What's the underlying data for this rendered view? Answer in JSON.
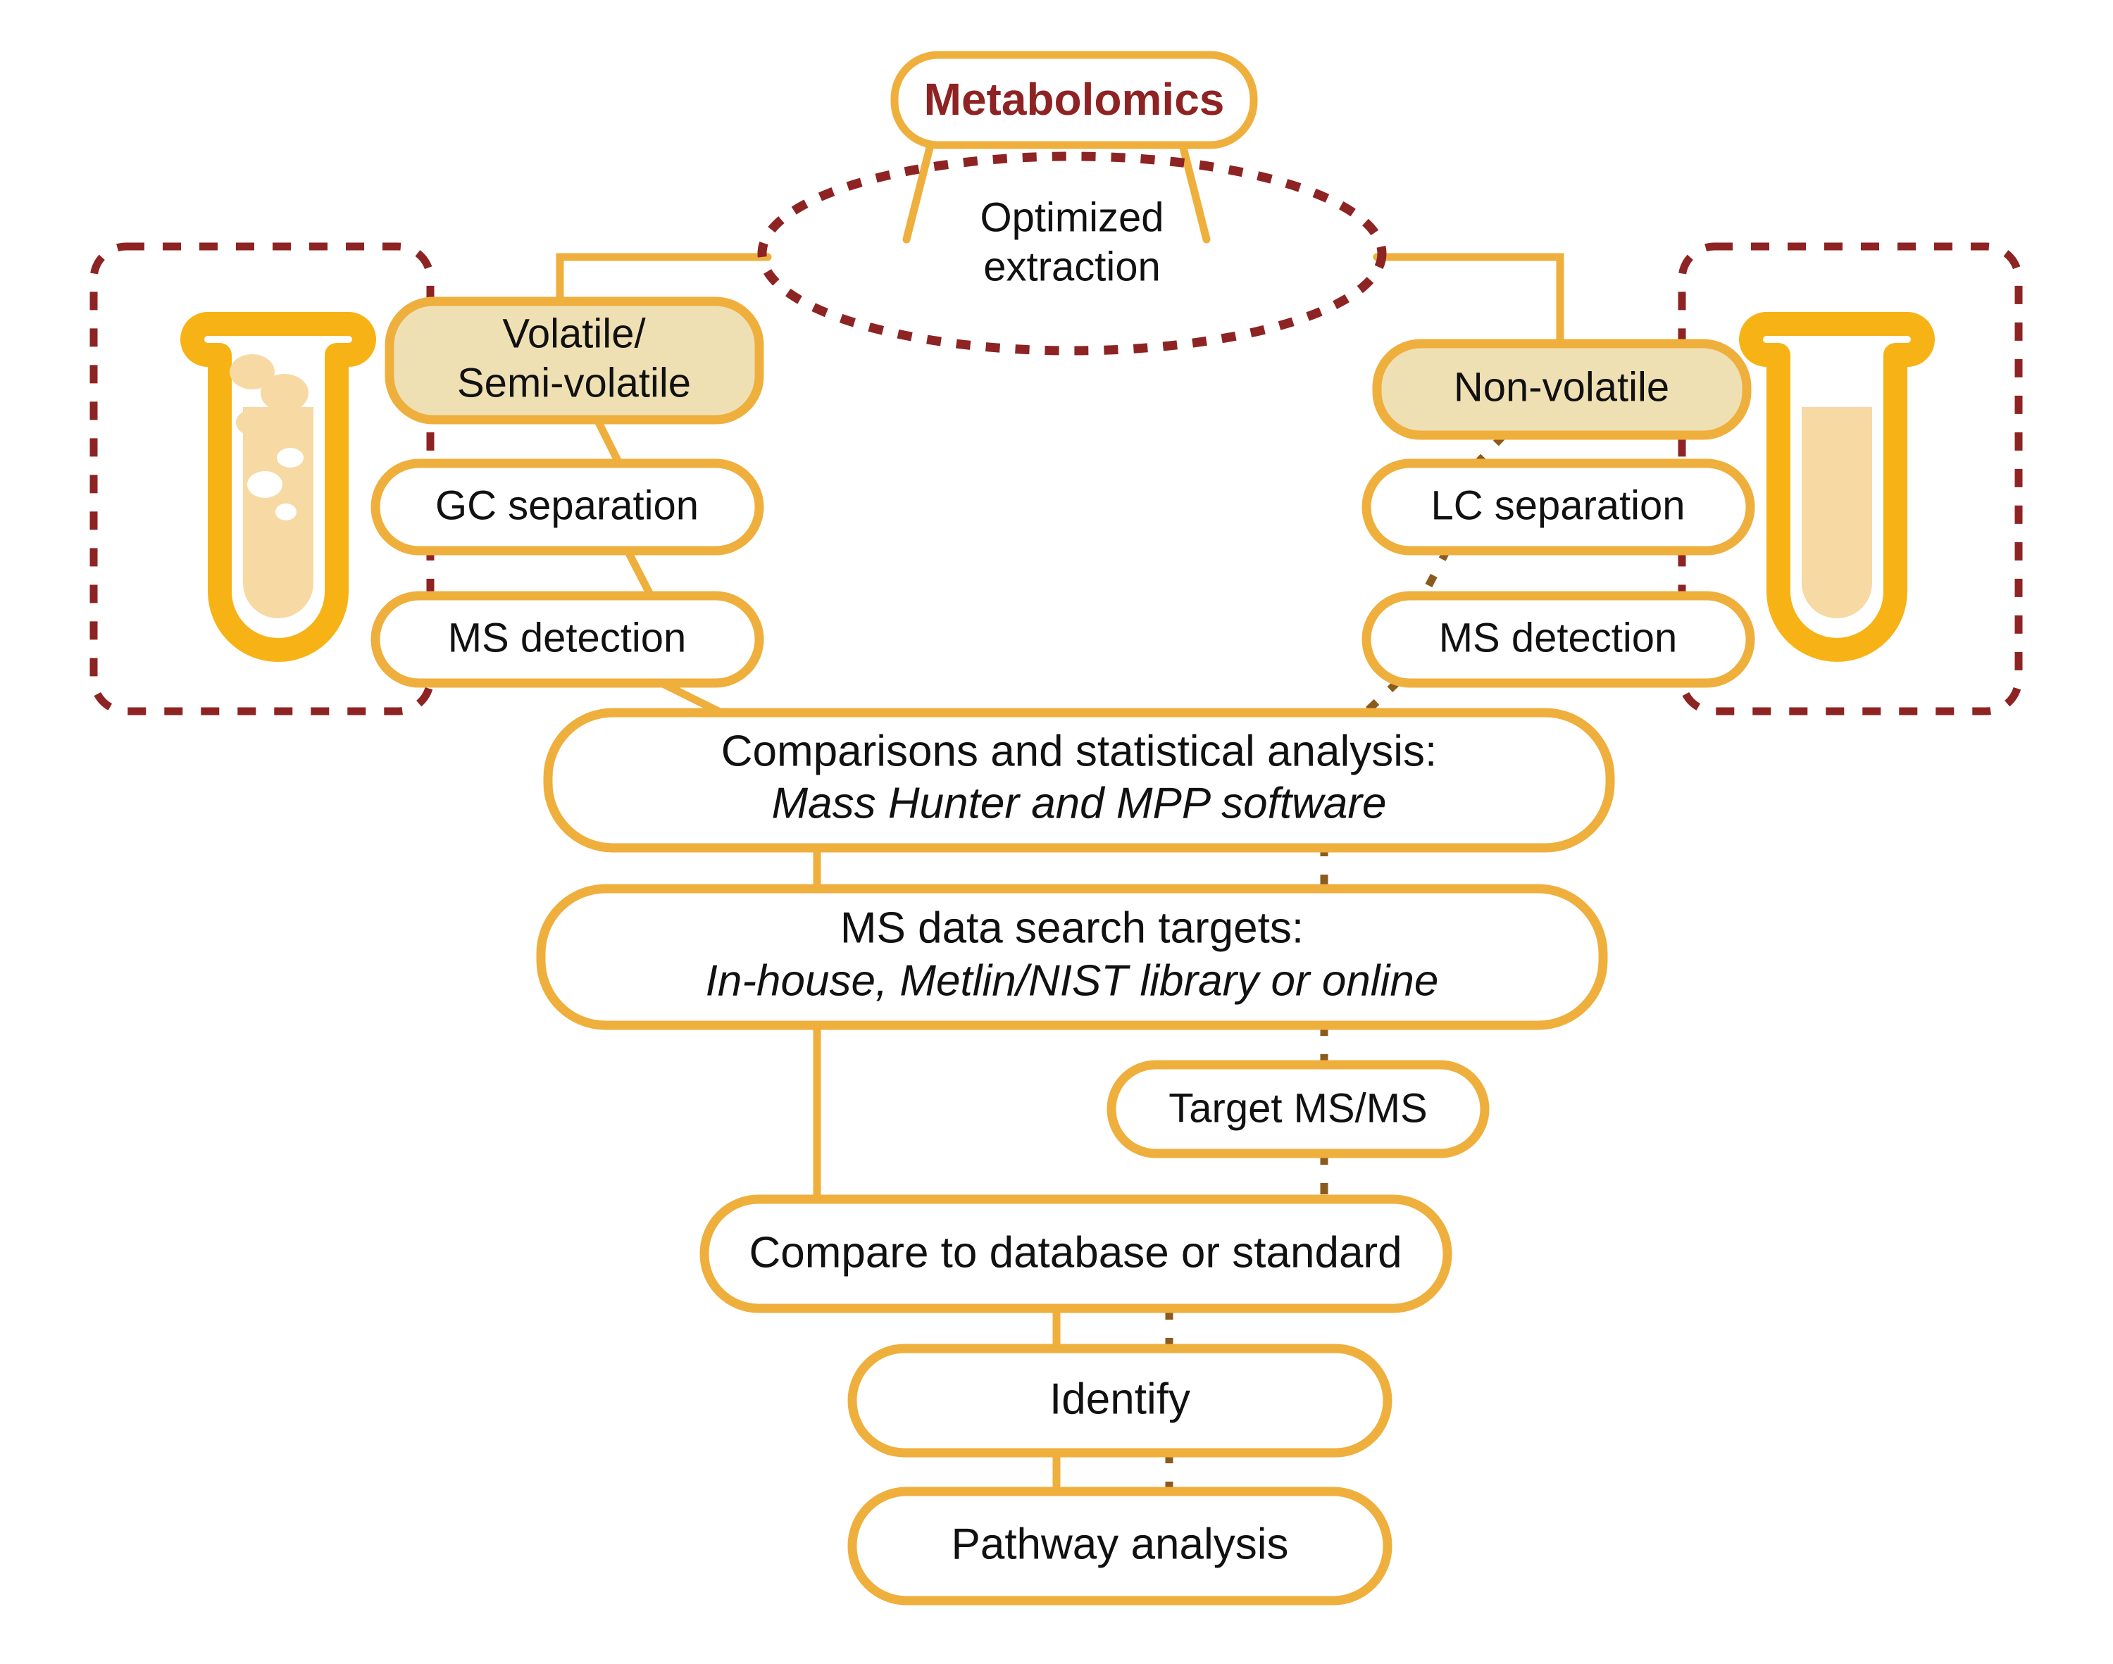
{
  "diagram": {
    "title_node": {
      "label": "Metabolomics",
      "color": "#8E2323"
    },
    "ellipse_node": {
      "line1": "Optimized",
      "line2": "extraction",
      "border_color": "#8E2323"
    },
    "branches": {
      "left": {
        "group_name": "volatile-branch",
        "class_box": {
          "label_line1": "Volatile/",
          "label_line2": "Semi-volatile"
        },
        "steps": [
          {
            "label": "GC separation"
          },
          {
            "label": "MS detection"
          }
        ],
        "vessel_icon": "test-tube-with-bubbles-icon"
      },
      "right": {
        "group_name": "non-volatile-branch",
        "class_box": {
          "label_line1": "Non-volatile",
          "label_line2": ""
        },
        "steps": [
          {
            "label": "LC separation"
          },
          {
            "label": "MS detection"
          }
        ],
        "vessel_icon": "test-tube-plain-icon"
      }
    },
    "shared_steps": [
      {
        "name": "comparisons-box",
        "line1": "Comparisons and statistical analysis:",
        "line2": "Mass Hunter and MPP software",
        "line2_style": "italic"
      },
      {
        "name": "ms-data-search-box",
        "line1": "MS data search targets:",
        "line2": "In-house, Metlin/NIST library or online",
        "line2_style": "italic"
      }
    ],
    "target_msms": {
      "label": "Target MS/MS"
    },
    "tail_steps": [
      {
        "name": "compare-db-box",
        "label": "Compare to database or standard"
      },
      {
        "name": "identify-box",
        "label": "Identify"
      },
      {
        "name": "pathway-box",
        "label": "Pathway analysis"
      }
    ],
    "colors": {
      "box_stroke": "#EFAF3C",
      "box_fill_white": "#FFFFFF",
      "box_fill_tan": "#EFE0B4",
      "dashed_container": "#8E2323",
      "dotted_connector": "#8B5A1E",
      "tube_stroke": "#F7B316",
      "tube_liquid": "#F7D9A3",
      "text": "#111111"
    }
  }
}
